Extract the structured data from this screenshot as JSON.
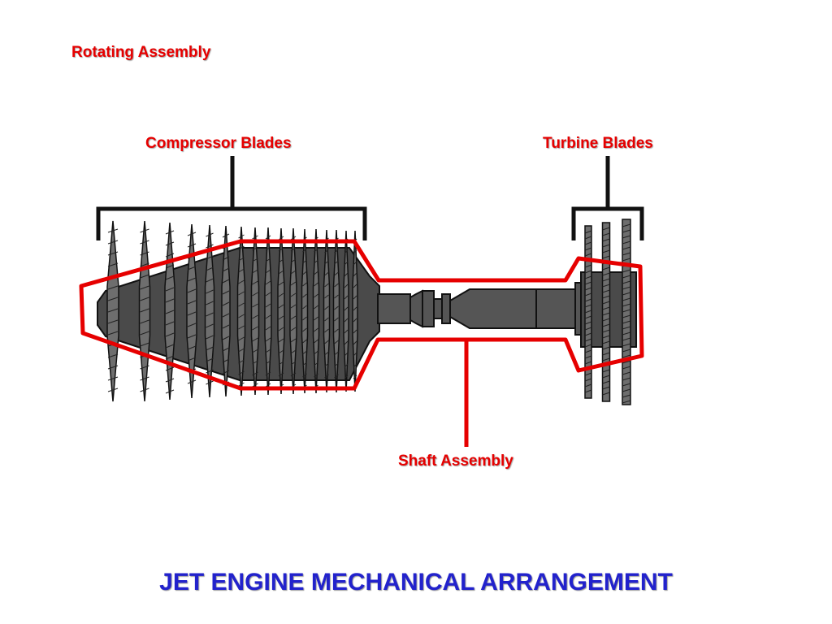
{
  "labels": {
    "rotating_assembly": "Rotating Assembly",
    "compressor_blades": "Compressor Blades",
    "turbine_blades": "Turbine Blades",
    "shaft_assembly": "Shaft Assembly",
    "title": "JET ENGINE MECHANICAL ARRANGEMENT"
  },
  "colors": {
    "label_red": "#e60000",
    "outline_red": "#e60000",
    "title_blue": "#2222cc",
    "blade_fill": "#6e6e6e",
    "rotor_fill": "#4a4a4a",
    "stroke": "#111111"
  }
}
